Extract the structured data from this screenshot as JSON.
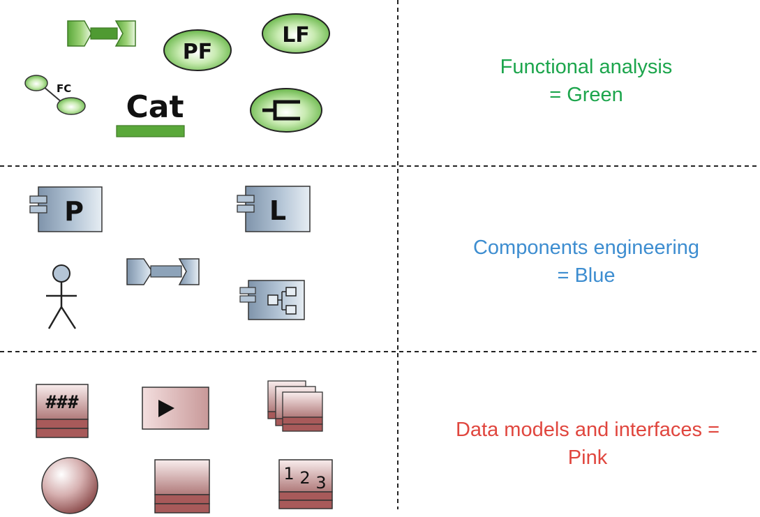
{
  "colors": {
    "green": "#1ca54c",
    "blue": "#3d8dd0",
    "pink": "#e0463e",
    "divider": "#222222"
  },
  "sections": {
    "functional": {
      "caption_line1": "Functional  analysis",
      "caption_line2": "= Green",
      "icons": {
        "pf_label": "PF",
        "lf_label": "LF",
        "fc_label": "FC",
        "cat_label": "Cat"
      }
    },
    "components": {
      "caption_line1": "Components  engineering",
      "caption_line2": "= Blue",
      "icons": {
        "physical_label": "P",
        "logical_label": "L"
      }
    },
    "data": {
      "caption_line1": "Data  models  and  interfaces  =",
      "caption_line2": "Pink",
      "icons": {
        "hash_label": "###",
        "enum_digit_1": "1",
        "enum_digit_2": "2",
        "enum_digit_3": "3"
      }
    }
  }
}
